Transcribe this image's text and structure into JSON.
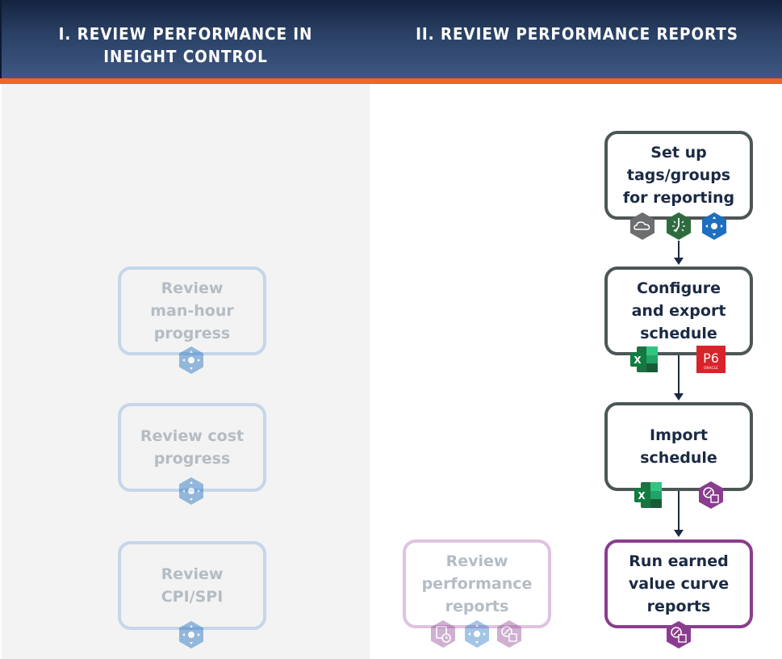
{
  "header": {
    "column_1_title": "I. Review Performance in InEight Control",
    "column_2_title": "II. Review Performance Reports",
    "accent_color": "#f26522",
    "background_color": "#2b4166"
  },
  "colors": {
    "step_border": "#4d5656",
    "highlight_border": "#8a3d8e",
    "text": "#1b2a44",
    "faded_blue_border": "#c5d6ea",
    "faded_purple_border": "#dfc3e0"
  },
  "column_1": {
    "steps": [
      {
        "label": "Review\nman-hour\nprogress",
        "state": "inactive",
        "icons": [
          "control-icon"
        ]
      },
      {
        "label": "Review cost\nprogress",
        "state": "inactive",
        "icons": [
          "control-icon"
        ]
      },
      {
        "label": "Review\nCPI/SPI",
        "state": "inactive",
        "icons": [
          "control-icon"
        ]
      }
    ]
  },
  "column_2": {
    "steps": [
      {
        "label": "Set up\ntags/groups\nfor reporting",
        "state": "active",
        "icons": [
          "cloud-icon",
          "clock-icon",
          "control-icon"
        ]
      },
      {
        "label": "Configure\nand export\nschedule",
        "state": "active",
        "icons": [
          "excel-icon",
          "p6-oracle-icon"
        ]
      },
      {
        "label": "Import\nschedule",
        "state": "active",
        "icons": [
          "excel-icon",
          "compass-report-icon"
        ]
      },
      {
        "label": "Run earned\nvalue curve\nreports",
        "state": "highlighted",
        "icons": [
          "compass-report-icon"
        ]
      }
    ],
    "side_step": {
      "label": "Review\nperformance\nreports",
      "state": "inactive",
      "icons": [
        "report-clock-icon",
        "control-icon",
        "compass-report-icon"
      ]
    }
  },
  "icon_text": {
    "p6": "P6",
    "oracle": "ORACLE",
    "excel": "X"
  }
}
